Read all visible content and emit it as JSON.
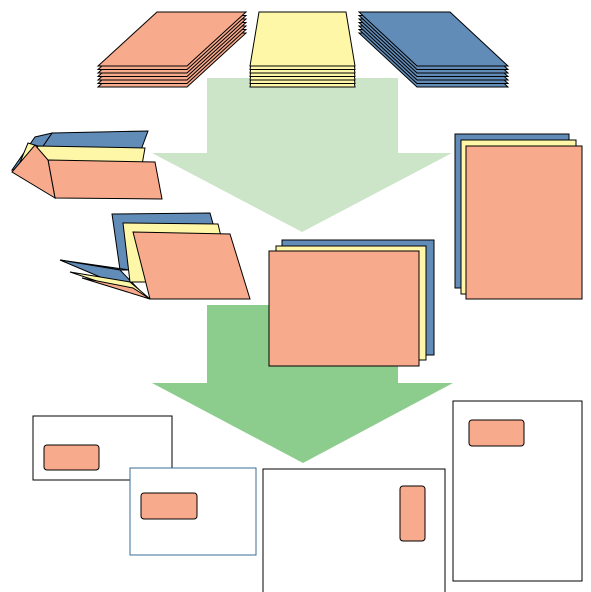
{
  "diagram": {
    "description_text": "",
    "colors": {
      "salmon": "#F8AA8C",
      "yellow": "#FFF7A8",
      "blue": "#628CB8",
      "arrow_light": "#CCE4C8",
      "arrow_dark": "#8CCC8C",
      "outline": "#000000",
      "envelope_blue_outline": "#3A6E9A"
    },
    "stages": [
      {
        "name": "paper-stacks",
        "items": [
          "salmon-stack",
          "yellow-stack",
          "blue-stack"
        ]
      },
      {
        "name": "collated-sets",
        "items": [
          "folded-set-small",
          "folded-set-large",
          "flat-set-medium",
          "flat-set-tall"
        ]
      },
      {
        "name": "envelopes",
        "items": [
          "envelope-dl-left",
          "envelope-dl-window-blue",
          "envelope-c5-right-window",
          "envelope-c4-tall"
        ]
      }
    ]
  }
}
